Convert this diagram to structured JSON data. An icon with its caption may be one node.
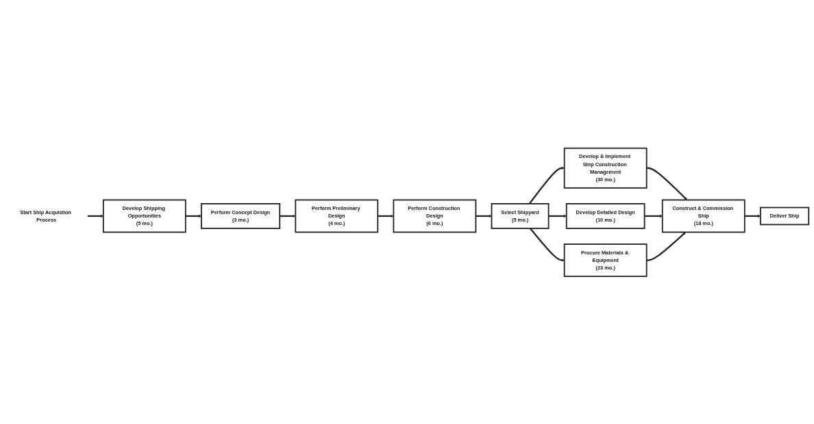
{
  "diagram": {
    "nodes": [
      {
        "text": [
          "Start Ship Acquistion Process"
        ]
      },
      {
        "text": [
          "Develop Shipping Opportunities",
          "(5 mo.)"
        ]
      },
      {
        "text": [
          "Perform Concept Design",
          "(3 mo.)"
        ]
      },
      {
        "text": [
          "Perform Preliminary Design",
          "(4 mo.)"
        ]
      },
      {
        "text": [
          "Perform Construction Design",
          "(6 mo.)"
        ]
      },
      {
        "text": [
          "Select Shipyard",
          "(5 mo.)"
        ]
      },
      {
        "text": [
          "Develop & Implement Ship Construction Management",
          "(30 mo.)"
        ]
      },
      {
        "text": [
          "Develop Detailed Design",
          "(10 mo.)"
        ]
      },
      {
        "text": [
          "Construct & Commission Ship",
          "(18 mo.)"
        ]
      },
      {
        "text": [
          "Procure Materials & Equipment",
          "(23 mo.)"
        ]
      },
      {
        "text": [
          "Deliver Ship"
        ]
      }
    ],
    "edges": [
      {
        "from": 0,
        "to": 1,
        "arrow": "to"
      },
      {
        "from": 1,
        "to": 2,
        "arrow": "to"
      },
      {
        "from": 2,
        "to": 3,
        "arrow": "to"
      },
      {
        "from": 3,
        "to": 4,
        "arrow": "to"
      },
      {
        "from": 4,
        "to": 5,
        "arrow": "to"
      },
      {
        "from": 5,
        "to": 6,
        "arrow": "to"
      },
      {
        "from": 5,
        "to": 7,
        "arrow": "to"
      },
      {
        "from": 5,
        "to": 9,
        "arrow": "to"
      },
      {
        "from": 6,
        "to": 8,
        "arrow": "to"
      },
      {
        "from": 7,
        "to": 8,
        "arrow": "to"
      },
      {
        "from": 9,
        "to": 8,
        "arrow": "to"
      },
      {
        "from": 8,
        "to": 10,
        "arrow": "to"
      }
    ]
  }
}
